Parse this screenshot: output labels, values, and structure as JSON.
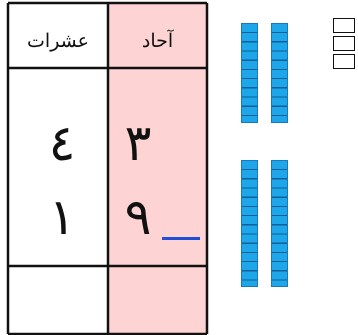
{
  "table": {
    "tens_header": "عشرات",
    "ones_header": "آحاد",
    "rows": [
      {
        "tens": "٤",
        "ones": "٣"
      },
      {
        "tens": "١",
        "ones": "٩"
      }
    ],
    "answer_blank": ""
  },
  "base_ten_blocks": {
    "tens_rods": 4,
    "unit_cubes": 3,
    "rod_units": 10
  },
  "colors": {
    "ones_column": "#fdd3d3",
    "rod_fill": "#1ea7e8",
    "rod_lines": "#0f5f9a",
    "blank_line": "#1f4fd6"
  }
}
